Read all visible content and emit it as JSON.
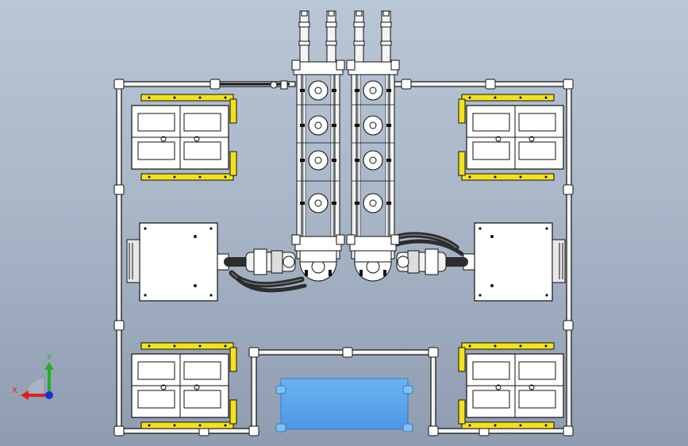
{
  "view": {
    "background_top": "#b9c6d6",
    "background_bottom": "#8f9cb0"
  },
  "colors": {
    "frame_line": "#111111",
    "fixture_yellow": "#f3e21a",
    "motor_white": "#ffffff",
    "hose_dark": "#2d2d2d",
    "blue_panel": "#5aa6ee",
    "axis_x": "#e02020",
    "axis_y": "#22b024",
    "axis_z": "#2030d0"
  },
  "triad": {
    "x_label": "X",
    "y_label": "Y"
  },
  "components": {
    "left_gripper_column": "left-gripper-column",
    "right_gripper_column": "right-gripper-column",
    "fixtures": [
      "fixture-top-left",
      "fixture-top-right",
      "fixture-bottom-left",
      "fixture-bottom-right"
    ],
    "motors": [
      "motor-left",
      "motor-right"
    ],
    "blue_panel": "blue-panel"
  }
}
